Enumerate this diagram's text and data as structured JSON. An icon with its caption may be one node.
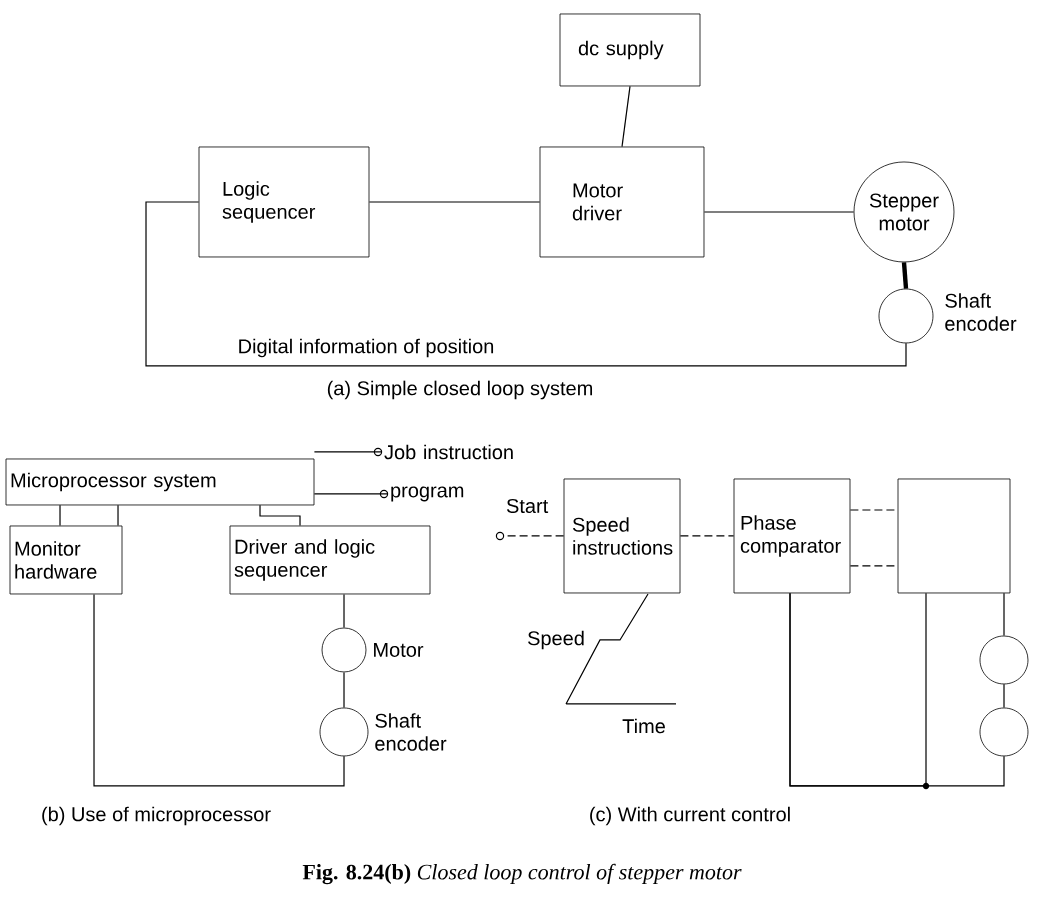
{
  "diagram": {
    "caption": "**Fig. 8.24(b)** *Closed loop control of stepper motor*",
    "nodes": [
      {
        "text": [
          "dc supply"
        ]
      },
      {
        "text": [
          "Logic sequencer"
        ]
      },
      {
        "text": [
          "Motor driver"
        ]
      },
      {
        "text": [
          "Stepper motor"
        ]
      },
      {
        "text": [],
        "shape": "circle",
        "beside": [
          "Shaft encoder"
        ]
      },
      {
        "text": [
          "Microprocessor system"
        ]
      },
      {
        "text": [
          "Monitor hardware"
        ]
      },
      {
        "text": [
          "Driver and logic sequencer"
        ]
      },
      {
        "text": [],
        "shape": "circle",
        "beside": [
          "Motor"
        ]
      },
      {
        "text": [],
        "shape": "circle",
        "beside": [
          "Shaft encoder"
        ]
      },
      {
        "text": [
          "Job instruction"
        ]
      },
      {
        "text": [
          "program"
        ]
      },
      {
        "text": [
          "Start"
        ]
      },
      {
        "text": [
          "Speed instructions"
        ]
      },
      {
        "text": [
          "Phase comparator"
        ]
      },
      {
        "text": [],
        "shape": "box"
      },
      {
        "text": [],
        "shape": "circle"
      },
      {
        "text": [],
        "shape": "circle"
      }
    ],
    "edges": [
      {
        "from": 0,
        "to": 2,
        "arrow": "none"
      },
      {
        "from": 1,
        "to": 2,
        "arrow": "none"
      },
      {
        "from": 2,
        "to": 3,
        "arrow": "none"
      },
      {
        "from": 3,
        "to": 4,
        "arrow": "none",
        "style": "thick"
      },
      {
        "from": 4,
        "to": 1,
        "arrow": "none",
        "label": "Digital information of position"
      },
      {
        "from": 5,
        "to": 10,
        "arrow": "none"
      },
      {
        "from": 5,
        "to": 11,
        "arrow": "none"
      },
      {
        "from": 5,
        "to": 6,
        "arrow": "none"
      },
      {
        "from": 5,
        "to": 6,
        "arrow": "none"
      },
      {
        "from": 5,
        "to": 7,
        "arrow": "none"
      },
      {
        "from": 7,
        "to": 8,
        "arrow": "none"
      },
      {
        "from": 8,
        "to": 9,
        "arrow": "none"
      },
      {
        "from": 9,
        "to": 6,
        "arrow": "none"
      },
      {
        "from": 13,
        "to": 12,
        "arrow": "none",
        "style": "dashed"
      },
      {
        "from": 13,
        "to": 14,
        "arrow": "none",
        "style": "dashed"
      },
      {
        "from": 14,
        "to": 15,
        "arrow": "none",
        "style": "dashed"
      },
      {
        "from": 14,
        "to": 15,
        "arrow": "none",
        "style": "dashed"
      },
      {
        "from": 15,
        "to": 16,
        "arrow": "none"
      },
      {
        "from": 16,
        "to": 17,
        "arrow": "none"
      },
      {
        "from": 17,
        "to": 14,
        "arrow": "none"
      },
      {
        "from": 15,
        "to": 14,
        "arrow": "none"
      }
    ],
    "labels": [
      "(a) Simple closed loop system",
      "(b) Use of microprocessor",
      "Speed",
      "Time",
      "(c) With current control"
    ]
  }
}
